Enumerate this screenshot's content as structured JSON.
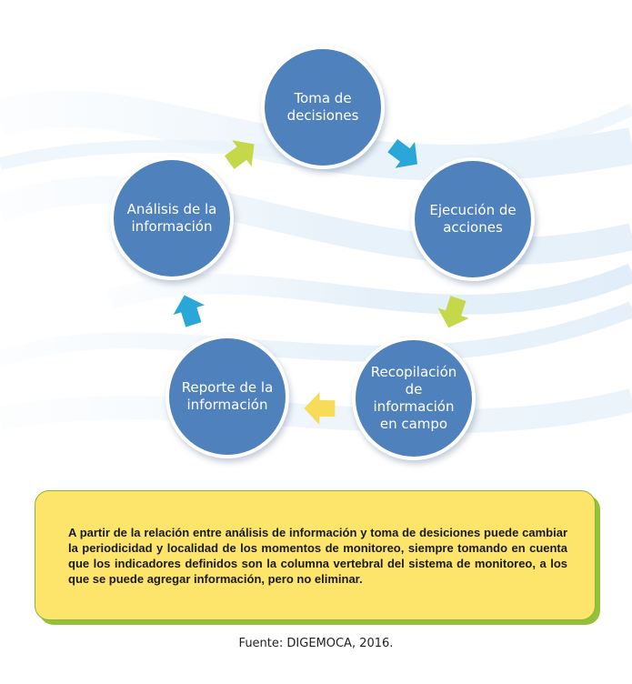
{
  "diagram": {
    "nodes": [
      {
        "id": "toma",
        "lines": [
          "Toma de",
          "decisiones"
        ]
      },
      {
        "id": "ejecucion",
        "lines": [
          "Ejecución de",
          "acciones"
        ]
      },
      {
        "id": "recopilacion",
        "lines": [
          "Recopilación",
          "de",
          "información",
          "en campo"
        ]
      },
      {
        "id": "reporte",
        "lines": [
          "Reporte de la",
          "información"
        ]
      },
      {
        "id": "analisis",
        "lines": [
          "Análisis de la",
          "información"
        ]
      }
    ],
    "arrows": [
      {
        "from": "toma",
        "to": "ejecucion",
        "color": "#2aa7d8"
      },
      {
        "from": "ejecucion",
        "to": "recopilacion",
        "color": "#c5d84a"
      },
      {
        "from": "recopilacion",
        "to": "reporte",
        "color": "#f7dc5a"
      },
      {
        "from": "reporte",
        "to": "analisis",
        "color": "#2aa7d8"
      },
      {
        "from": "analisis",
        "to": "toma",
        "color": "#c5d84a"
      }
    ],
    "node_color": "#4f81bd"
  },
  "note": {
    "text": "A partir de la relación entre análisis de información y toma de desiciones puede cambiar la periodicidad y localidad de los momentos de monitoreo, siempre tomando en cuenta que los indicadores definidos son la columna vertebral del sistema de monitoreo, a los que se puede agregar información, pero no eliminar.",
    "background_color": "#fde56b",
    "border_color": "#95c13a"
  },
  "source": "Fuente: DIGEMOCA, 2016."
}
